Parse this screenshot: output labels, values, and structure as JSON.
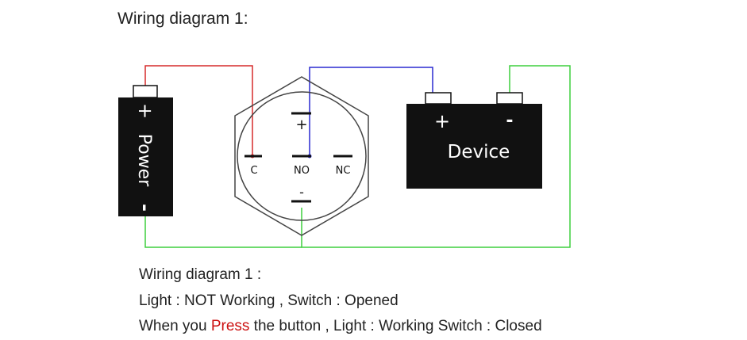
{
  "heading": "Wiring diagram 1:",
  "power": {
    "plus": "+",
    "label": "Power",
    "minus": "-"
  },
  "switch": {
    "plus": "+",
    "minus": "-",
    "terminal_c": "C",
    "terminal_no": "NO",
    "terminal_nc": "NC"
  },
  "device": {
    "label": "Device",
    "plus": "+",
    "minus": "-"
  },
  "wire_colors": {
    "positive": "#d62c2c",
    "signal": "#2a2ad0",
    "ground": "#3ecf3e"
  },
  "captions": {
    "line1": "Wiring diagram 1 :",
    "line2": "Light :  NOT Working , Switch : Opened",
    "line3_pre": "When you ",
    "line3_press": "Press",
    "line3_post": " the button , Light : Working  Switch : Closed"
  }
}
